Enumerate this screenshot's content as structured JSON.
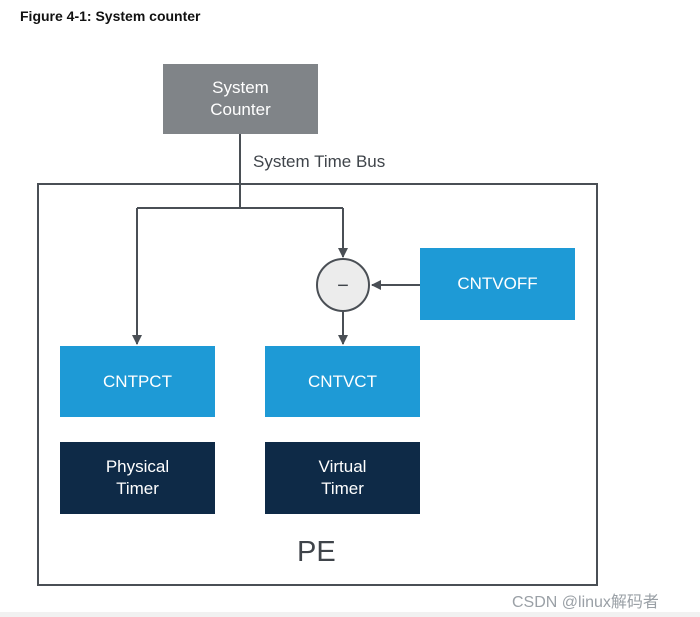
{
  "figure": {
    "caption": "Figure 4-1: System counter"
  },
  "diagram": {
    "system_counter": "System\nCounter",
    "bus_label": "System Time Bus",
    "subtract_symbol": "−",
    "cntvoff": "CNTVOFF",
    "cntpct": "CNTPCT",
    "cntvct": "CNTVCT",
    "physical_timer": "Physical\nTimer",
    "virtual_timer": "Virtual\nTimer",
    "pe_label": "PE"
  },
  "watermark": "CSDN @linux解码者",
  "colors": {
    "counter_gray": "#808488",
    "register_blue": "#1e9ad6",
    "timer_navy": "#0e2a47",
    "line": "#4a4f55"
  }
}
